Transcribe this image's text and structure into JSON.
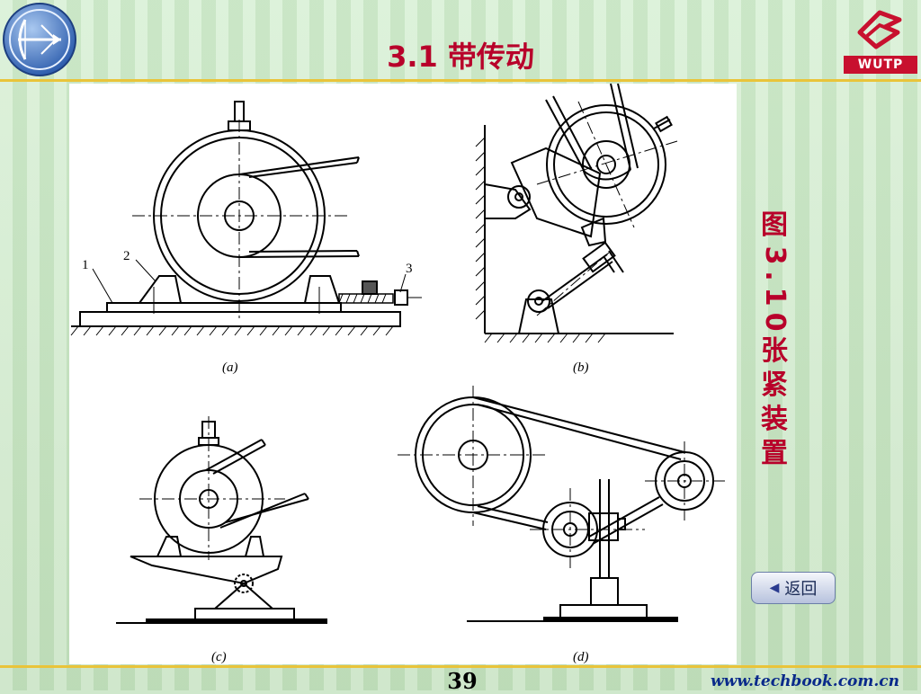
{
  "header": {
    "title": "3.1 带传动",
    "logo_right_text": "WUTP"
  },
  "figure": {
    "caption": "图3.10 张紧装置",
    "part_labels": [
      "1",
      "2",
      "3"
    ],
    "subfigure_labels": {
      "a": "(a)",
      "b": "(b)",
      "c": "(c)",
      "d": "(d)"
    }
  },
  "nav": {
    "return_label": "返回"
  },
  "footer": {
    "page_number": "39",
    "url": "www.techbook.com.cn"
  },
  "colors": {
    "title_red": "#b8002a",
    "accent_line": "#e9c43a",
    "background_green": "#cfe8cc"
  }
}
